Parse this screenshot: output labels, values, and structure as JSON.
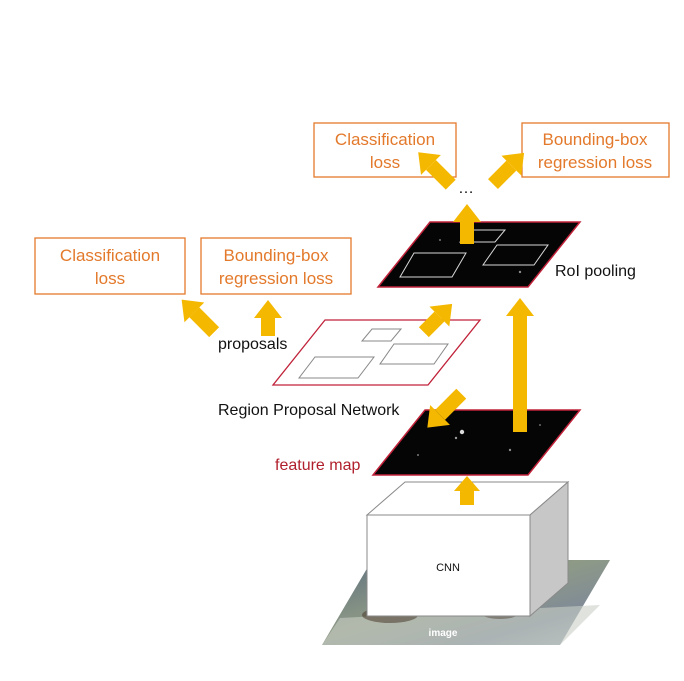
{
  "boxes": {
    "cls_top": [
      "Classification",
      "loss"
    ],
    "bbox_top": [
      "Bounding-box",
      "regression loss"
    ],
    "cls_left": [
      "Classification",
      "loss"
    ],
    "bbox_left": [
      "Bounding-box",
      "regression loss"
    ]
  },
  "labels": {
    "ellipsis": "…",
    "roi_pooling": "RoI pooling",
    "proposals": "proposals",
    "rpn": "Region Proposal Network",
    "feature_map": "feature map",
    "cnn": "CNN",
    "image": "image"
  },
  "colors": {
    "box_border": "#e3792b",
    "box_text": "#e3792b",
    "arrow": "#f5b800",
    "plane_border": "#c0223a",
    "feature_map_text": "#b0202c"
  }
}
